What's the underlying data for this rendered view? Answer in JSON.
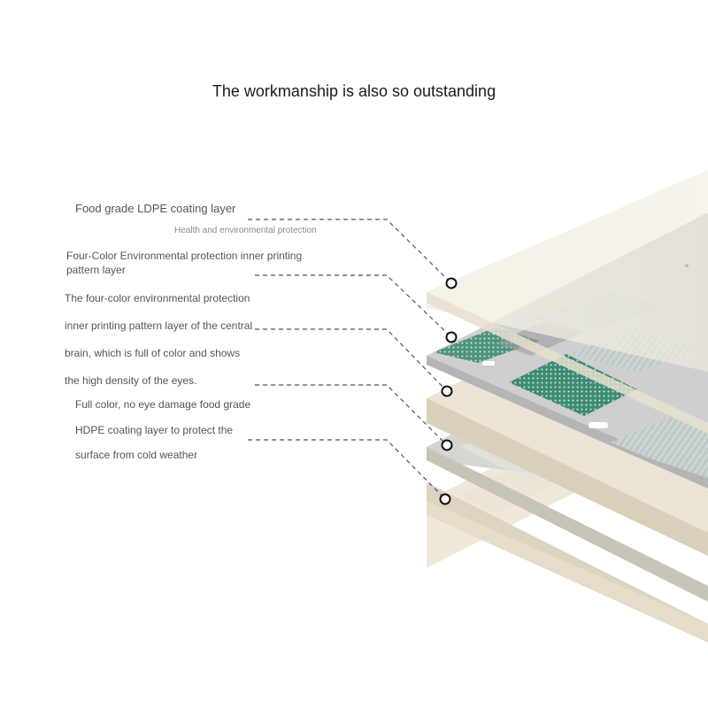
{
  "title": "The workmanship is also so outstanding",
  "labels": {
    "ldpe": "Food grade LDPE coating layer",
    "ldpe_sub": "Health and environmental protection",
    "print_title": "Four-Color Environmental protection inner printing pattern layer",
    "print_desc": "The four-color environmental protection inner printing pattern layer of the central brain, which is full of color and shows the high density of the eyes.",
    "hdpe": "Full color, no eye damage food grade HDPE coating layer to protect the surface from cold weather"
  },
  "colors": {
    "sheet_top": "#efe8d8",
    "sheet_edge": "#ddd3bf",
    "pattern_green": "#3e8c74",
    "pattern_gray": "#c9c9c9",
    "leader": "#555555"
  }
}
